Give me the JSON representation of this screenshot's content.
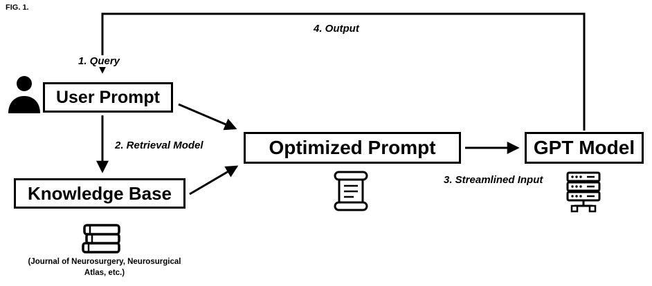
{
  "figure": {
    "label": "FIG. 1."
  },
  "colors": {
    "ink": "#000000",
    "background": "#ffffff"
  },
  "nodes": {
    "user_prompt": {
      "label": "User Prompt",
      "icon": "person-icon"
    },
    "knowledge_base": {
      "label": "Knowledge Base",
      "icon": "books-icon",
      "caption": "(Journal of Neurosurgery, Neurosurgical Atlas, etc.)"
    },
    "optimized_prompt": {
      "label": "Optimized Prompt",
      "icon": "scroll-icon"
    },
    "gpt_model": {
      "label": "GPT Model",
      "icon": "server-icon"
    }
  },
  "edges": {
    "query": {
      "label": "1. Query",
      "from": "gpt_model",
      "to": "user_prompt"
    },
    "retrieval": {
      "label": "2. Retrieval Model",
      "from": "user_prompt",
      "to": "knowledge_base"
    },
    "streamlined": {
      "label": "3. Streamlined Input",
      "from": "optimized_prompt",
      "to": "gpt_model"
    },
    "output": {
      "label": "4. Output",
      "from": "gpt_model",
      "to": "user_prompt"
    }
  }
}
